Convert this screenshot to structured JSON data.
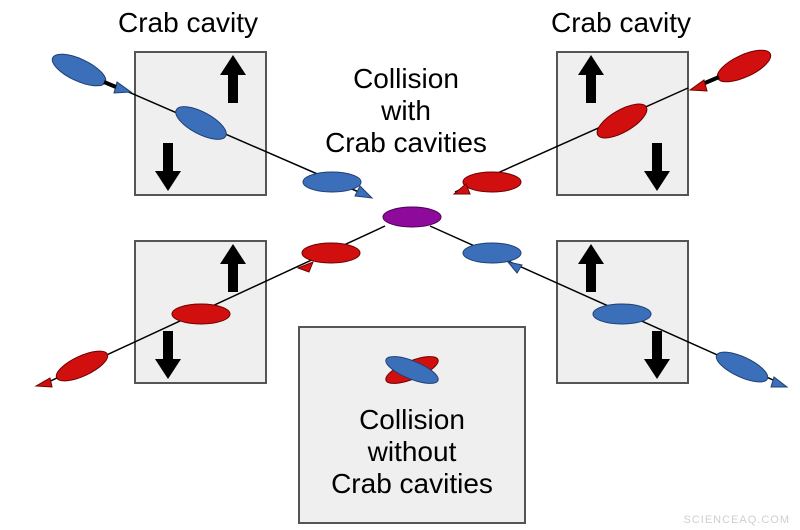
{
  "labels": {
    "crab_cavity_left": "Crab cavity",
    "crab_cavity_right": "Crab cavity",
    "collision_with": [
      "Collision",
      "with",
      "Crab cavities"
    ],
    "collision_without": [
      "Collision",
      "without",
      "Crab cavities"
    ]
  },
  "watermark": "SCIENCEAQ.COM",
  "colors": {
    "blue_bunch": "#3b6fba",
    "red_bunch": "#d10f0f",
    "collision_point": "#8e0a9b",
    "box_fill": "#efefef",
    "box_stroke": "#555555",
    "arrow": "#000000",
    "beam_line": "#000000"
  },
  "icons": [
    "up-arrow-icon",
    "down-arrow-icon",
    "direction-arrowhead-icon"
  ]
}
